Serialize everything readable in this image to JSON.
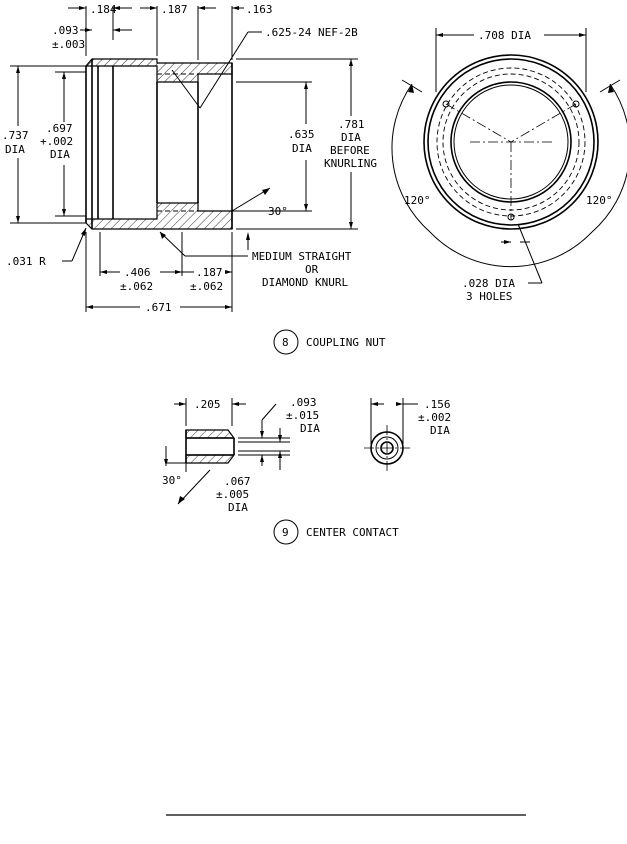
{
  "coupling_nut": {
    "dim_184": ".184",
    "dim_187_top": ".187",
    "dim_163": ".163",
    "dim_093": ".093",
    "dim_093_tol": "±.003",
    "thread_callout": ".625-24 NEF-2B",
    "dia_737": ".737",
    "dia_737_unit": "DIA",
    "dia_697": ".697",
    "dia_697_tol": "+.002",
    "dia_697_unit": "DIA",
    "dia_635": ".635",
    "dia_635_unit": "DIA",
    "dia_781": ".781",
    "dia_781_line2": "DIA",
    "dia_781_line3": "BEFORE",
    "dia_781_line4": "KNURLING",
    "angle_30": "30°",
    "radius_031": ".031 R",
    "knurl_line1": "MEDIUM STRAIGHT",
    "knurl_line2": "OR",
    "knurl_line3": "DIAMOND KNURL",
    "dim_406": ".406",
    "dim_406_tol": "±.062",
    "dim_187_bot": ".187",
    "dim_187_bot_tol": "±.062",
    "dim_671": ".671",
    "dia_708": ".708 DIA",
    "angle_120_left": "120°",
    "angle_120_right": "120°",
    "holes_line1": ".028 DIA",
    "holes_line2": "3 HOLES",
    "item_number": "8",
    "title": "COUPLING NUT"
  },
  "center_contact": {
    "dim_205": ".205",
    "dia_093": ".093",
    "dia_093_tol": "±.015",
    "dia_093_unit": "DIA",
    "angle_30": "30°",
    "dia_067": ".067",
    "dia_067_tol": "±.005",
    "dia_067_unit": "DIA",
    "dia_156": ".156",
    "dia_156_tol": "±.002",
    "dia_156_unit": "DIA",
    "item_number": "9",
    "title": "CENTER CONTACT"
  }
}
